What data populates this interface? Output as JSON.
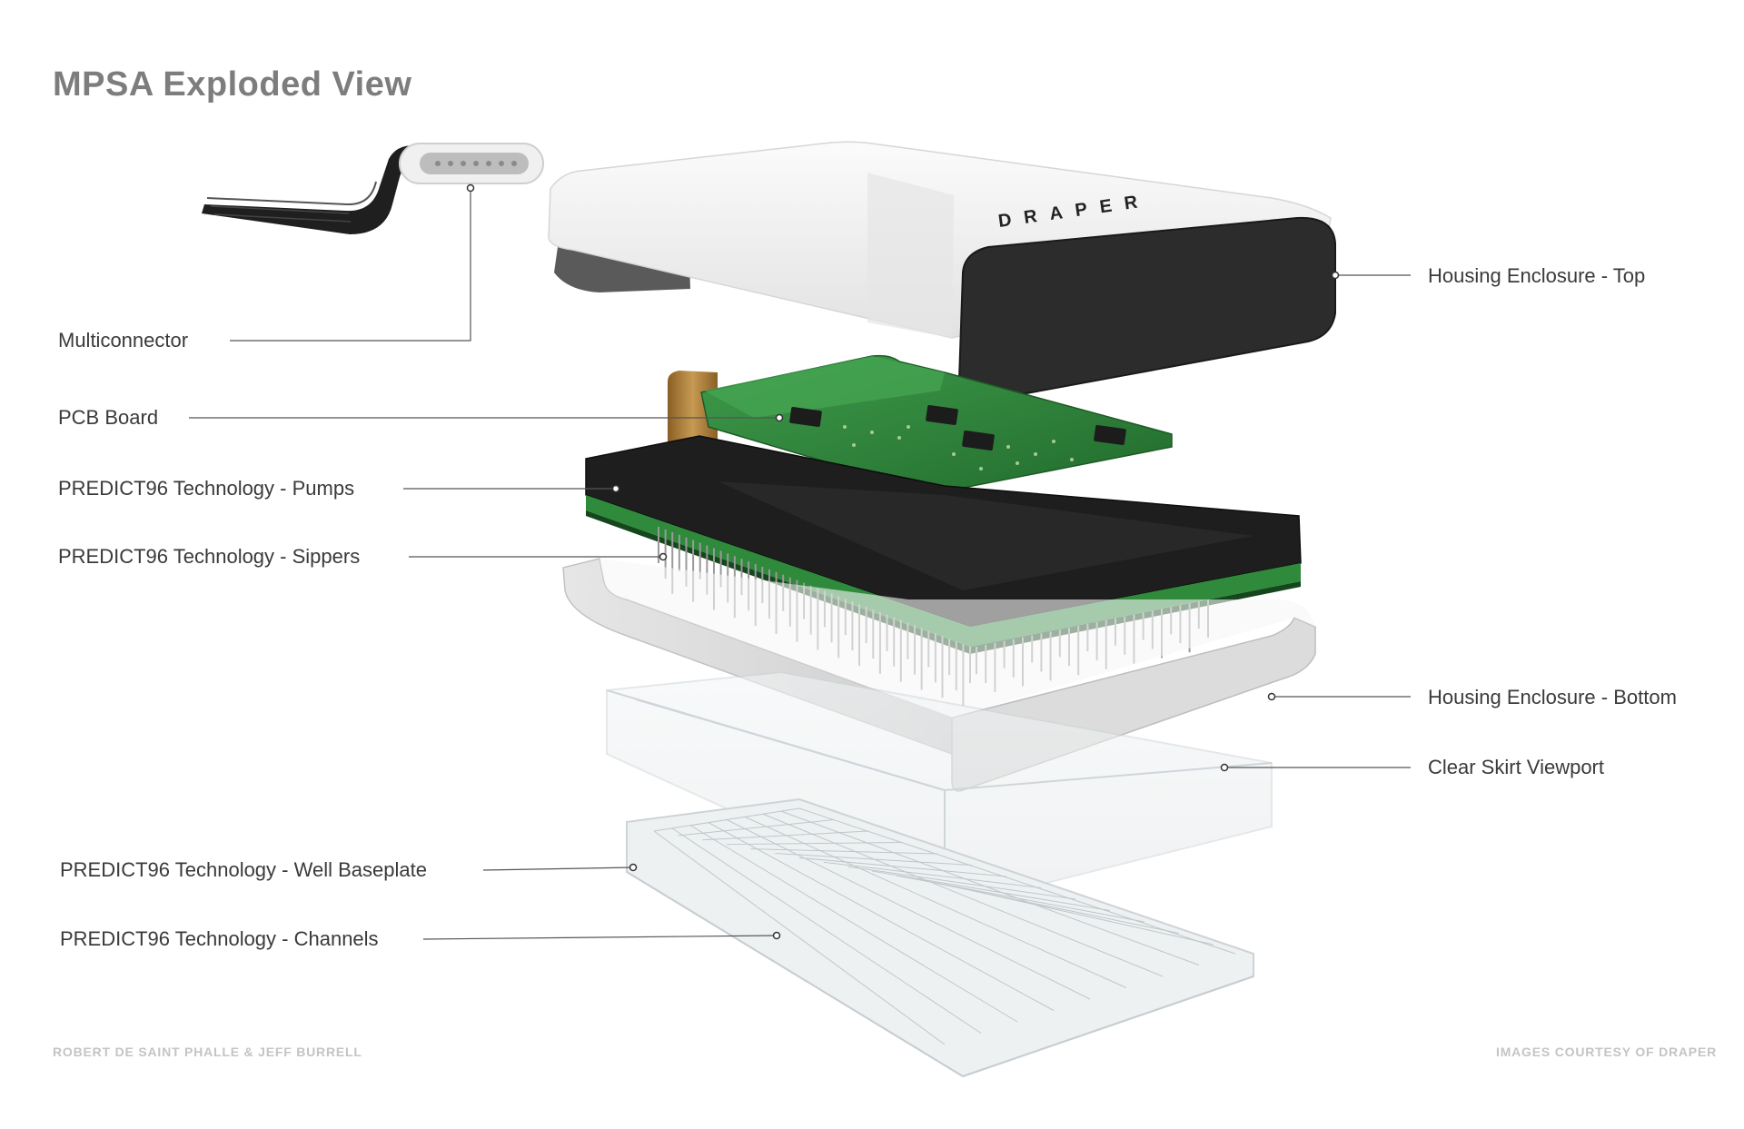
{
  "title": "MPSA Exploded View",
  "labels": {
    "multiconnector": "Multiconnector",
    "pcb_board": "PCB Board",
    "pumps": "PREDICT96 Technology - Pumps",
    "sippers": "PREDICT96 Technology - Sippers",
    "well_baseplate": "PREDICT96 Technology - Well Baseplate",
    "channels": "PREDICT96 Technology - Channels",
    "housing_top": "Housing Enclosure - Top",
    "housing_bottom": "Housing Enclosure - Bottom",
    "clear_skirt": "Clear Skirt Viewport"
  },
  "logo_text": "DRAPER",
  "credits": {
    "left": "ROBERT DE SAINT PHALLE & JEFF BURRELL",
    "right": "IMAGES COURTESY OF DRAPER"
  },
  "colors": {
    "pcb_green": "#2f8a3c",
    "dark_plate": "#1c1c1c",
    "housing_white": "#f2f2f2",
    "flex_copper": "#a87a35",
    "logo_accent": "#e0502a"
  }
}
